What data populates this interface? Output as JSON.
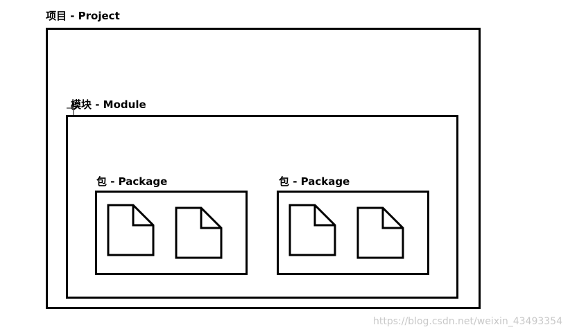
{
  "project": {
    "label": "项目 - Project"
  },
  "module": {
    "label": "模块 - Module"
  },
  "packages": [
    {
      "label": "包 - Package",
      "files": [
        "file-icon",
        "file-icon"
      ]
    },
    {
      "label": "包 - Package",
      "files": [
        "file-icon",
        "file-icon"
      ]
    }
  ],
  "watermark": "https://blog.csdn.net/weixin_43493354",
  "colors": {
    "stroke": "#000000",
    "background": "#ffffff",
    "watermark": "#c8c8c8"
  }
}
